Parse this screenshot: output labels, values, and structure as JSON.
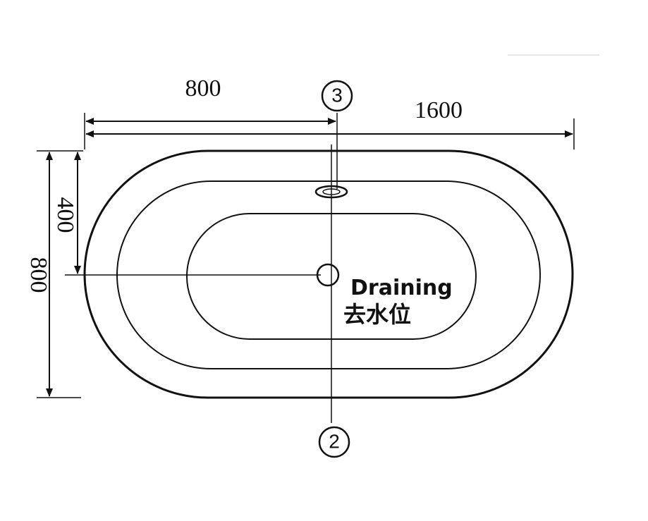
{
  "dimensions": {
    "half_length": "800",
    "total_length": "1600",
    "half_width": "400",
    "total_width": "800"
  },
  "markers": {
    "top": "3",
    "bottom": "2"
  },
  "drain_label": {
    "english": "Draining",
    "chinese": "去水位"
  },
  "colors": {
    "line": "#111111",
    "background": "#ffffff"
  }
}
